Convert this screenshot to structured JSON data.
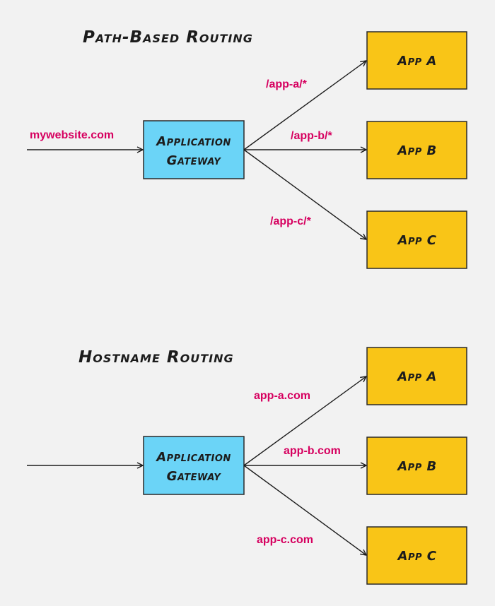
{
  "colors": {
    "background": "#f2f2f2",
    "gateway_fill": "#6bd4f7",
    "app_fill": "#f9c517",
    "label_accent": "#d6005f",
    "stroke": "#1c1c1c"
  },
  "sections": [
    {
      "title": "Path-Based Routing",
      "input_label": "mywebsite.com",
      "gateway": {
        "line1": "Application",
        "line2": "Gateway"
      },
      "routes": [
        {
          "label": "/app-a/*",
          "target": "App A"
        },
        {
          "label": "/app-b/*",
          "target": "App B"
        },
        {
          "label": "/app-c/*",
          "target": "App C"
        }
      ]
    },
    {
      "title": "Hostname Routing",
      "input_label": "",
      "gateway": {
        "line1": "Application",
        "line2": "Gateway"
      },
      "routes": [
        {
          "label": "app-a.com",
          "target": "App A"
        },
        {
          "label": "app-b.com",
          "target": "App B"
        },
        {
          "label": "app-c.com",
          "target": "App C"
        }
      ]
    }
  ]
}
